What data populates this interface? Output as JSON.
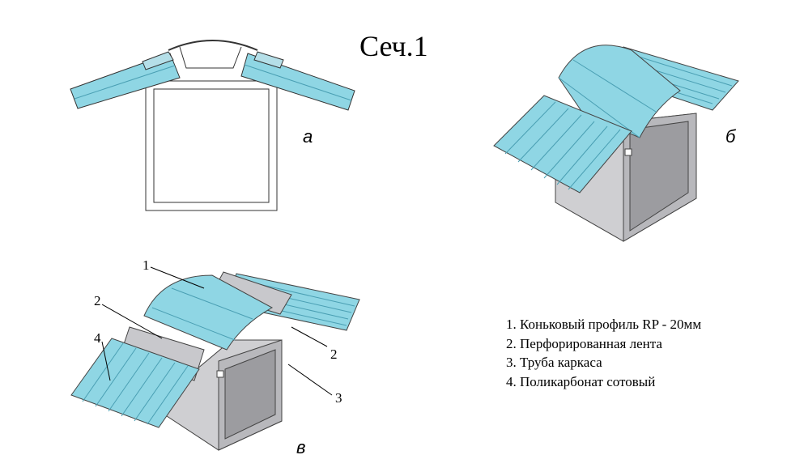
{
  "title": "Сеч.1",
  "figures": {
    "a": "а",
    "b": "б",
    "v": "в"
  },
  "callouts": [
    "1",
    "2",
    "2",
    "3",
    "4"
  ],
  "legend": [
    "1. Коньковый профиль RP - 20мм",
    "2. Перфорированная лента",
    "3. Труба каркаса",
    "4. Поликарбонат сотовый"
  ],
  "colors": {
    "panel": "#8fd6e4",
    "panel_dark": "#5fb8cc",
    "frame": "#c9c9cc",
    "frame_dark": "#a9a9ad",
    "line": "#3a3a3a"
  }
}
